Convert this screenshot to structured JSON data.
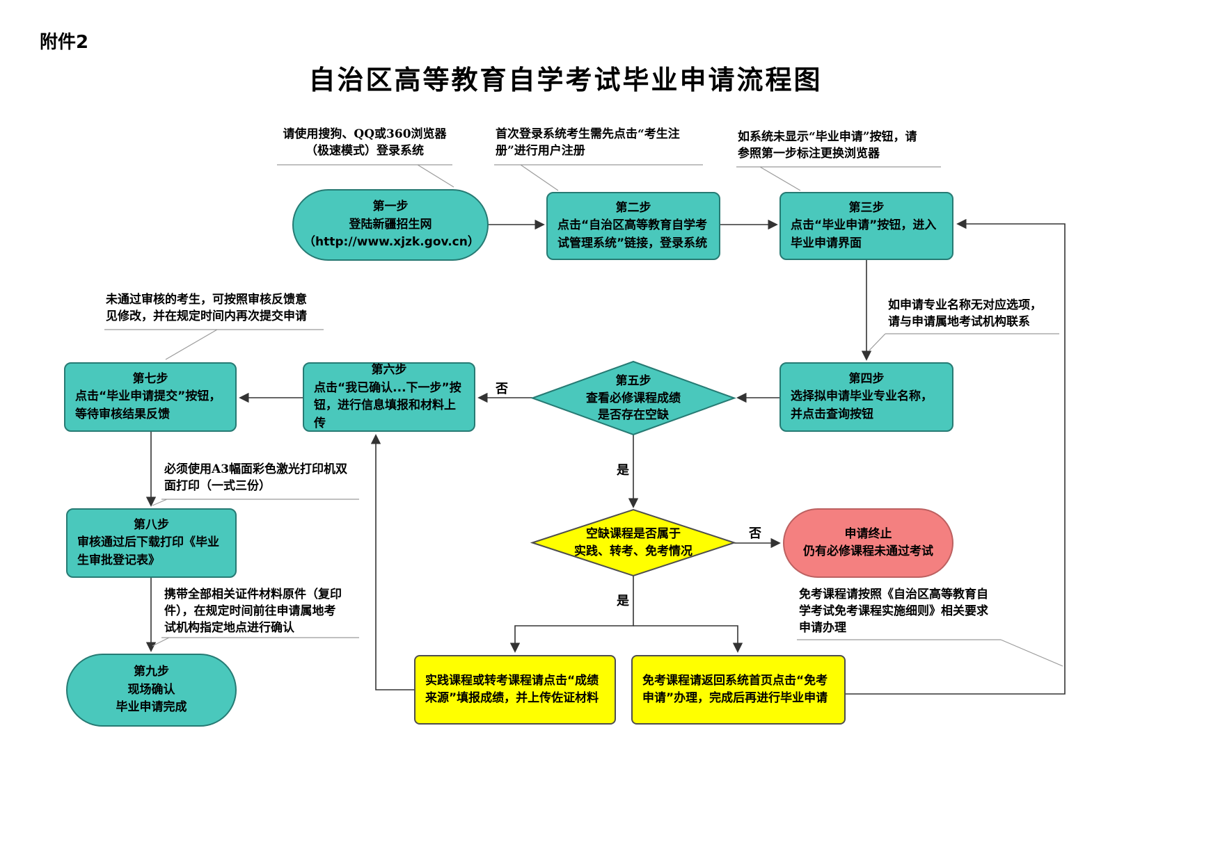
{
  "attachment_label": "附件2",
  "title": "自治区高等教育自学考试毕业申请流程图",
  "colors": {
    "teal": "#4AC8BC",
    "yellow": "#FFFF00",
    "red": "#F48080"
  },
  "nodes": {
    "step1": {
      "title": "第一步",
      "lines": [
        "登陆新疆招生网",
        "（http://www.xjzk.gov.cn）"
      ]
    },
    "step2": {
      "title": "第二步",
      "body": "点击“自治区高等教育自学考试管理系统”链接，登录系统"
    },
    "step3": {
      "title": "第三步",
      "body": "点击“毕业申请”按钮，进入毕业申请界面"
    },
    "step4": {
      "title": "第四步",
      "body": "选择拟申请毕业专业名称，并点击查询按钮"
    },
    "step5": {
      "title": "第五步",
      "lines": [
        "查看必修课程成绩",
        "是否存在空缺"
      ]
    },
    "step6": {
      "title": "第六步",
      "body": "点击“我已确认...下一步”按钮，进行信息填报和材料上传"
    },
    "step7": {
      "title": "第七步",
      "body": "点击“毕业申请提交”按钮，等待审核结果反馈"
    },
    "step8": {
      "title": "第八步",
      "body": "审核通过后下载打印《毕业生审批登记表》"
    },
    "step9": {
      "title": "第九步",
      "lines": [
        "现场确认",
        "毕业申请完成"
      ]
    },
    "decision_gap": {
      "lines": [
        "空缺课程是否属于",
        "实践、转考、免考情况"
      ]
    },
    "terminate": {
      "title": "申请终止",
      "body": "仍有必修课程未通过考试"
    },
    "action_practice": {
      "body": "实践课程或转考课程请点击“成绩来源”填报成绩，并上传佐证材料"
    },
    "action_exempt": {
      "body": "免考课程请返回系统首页点击“免考申请”办理，完成后再进行毕业申请"
    }
  },
  "edge_labels": {
    "no_gap": "否",
    "yes_gap": "是",
    "no_exempt": "否",
    "yes_exempt": "是"
  },
  "notes": {
    "browser": {
      "lines": [
        "请使用搜狗、QQ或360浏览器",
        "（极速模式）登录系统"
      ]
    },
    "register": {
      "lines": [
        "首次登录系统考生需先点击“考生注",
        "册”进行用户注册"
      ]
    },
    "change_browser": {
      "lines": [
        "如系统未显示“毕业申请”按钮，请",
        "参照第一步标注更换浏览器"
      ]
    },
    "major_contact": {
      "lines": [
        "如申请专业名称无对应选项，",
        "请与申请属地考试机构联系"
      ]
    },
    "resubmit": {
      "lines": [
        "未通过审核的考生，可按照审核反馈意",
        "见修改，并在规定时间内再次提交申请"
      ]
    },
    "print": {
      "lines": [
        "必须使用A3幅面彩色激光打印机双",
        "面打印（一式三份）"
      ]
    },
    "onsite_confirm": {
      "lines": [
        "携带全部相关证件材料原件（复印",
        "件），在规定时间前往申请属地考",
        "试机构指定地点进行确认"
      ]
    },
    "exempt_rule": {
      "lines": [
        "免考课程请按照《自治区高等教育自",
        "学考试免考课程实施细则》相关要求",
        "申请办理"
      ]
    }
  }
}
